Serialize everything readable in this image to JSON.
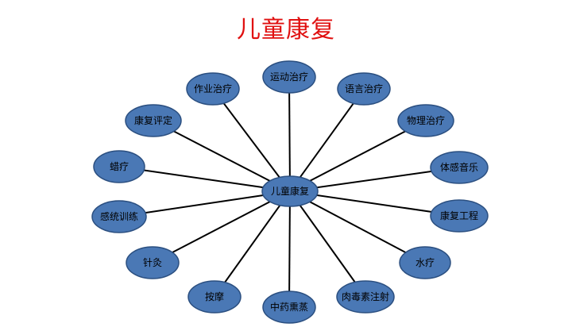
{
  "title": "儿童康复",
  "center": {
    "label": "儿童康复"
  },
  "colors": {
    "node_fill": "#4a78b5",
    "node_stroke": "#2b4f80",
    "line": "#000000",
    "title": "#e01010"
  },
  "nodes": [
    {
      "id": "n1",
      "label": "运动治疗"
    },
    {
      "id": "n2",
      "label": "作业治疗"
    },
    {
      "id": "n3",
      "label": "语言治疗"
    },
    {
      "id": "n4",
      "label": "康复评定"
    },
    {
      "id": "n5",
      "label": "物理治疗"
    },
    {
      "id": "n6",
      "label": "蜡疗"
    },
    {
      "id": "n7",
      "label": "体感音乐"
    },
    {
      "id": "n8",
      "label": "感统训练"
    },
    {
      "id": "n9",
      "label": "康复工程"
    },
    {
      "id": "n10",
      "label": "针灸"
    },
    {
      "id": "n11",
      "label": "水疗"
    },
    {
      "id": "n12",
      "label": "按摩"
    },
    {
      "id": "n13",
      "label": "中药熏蒸"
    },
    {
      "id": "n14",
      "label": "肉毒素注射"
    }
  ]
}
